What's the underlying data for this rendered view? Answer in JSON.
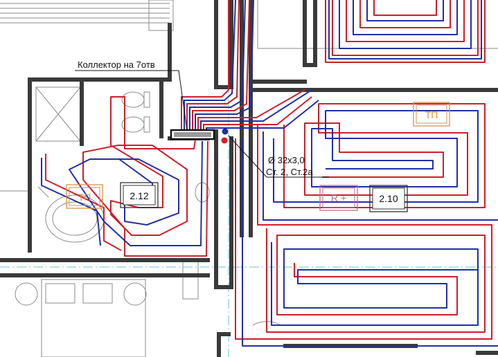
{
  "labels": {
    "collector": "Коллектор на 7отв",
    "pipe_diameter": "Ø 32x3,0",
    "riser": "Ст. 2, Ст.2а"
  },
  "tags": {
    "tp_right": "ТП",
    "tp_left": "ТП",
    "r_plus": "R +"
  },
  "rooms": {
    "room_left": "2.12",
    "room_right": "2.10"
  },
  "colors": {
    "wall": "#3a3a3a",
    "supply_pipe": "#cc1f2a",
    "return_pipe": "#1f2fa8",
    "tag_orange": "#d9924a",
    "tag_pink": "#c46a8a",
    "axis_line": "#66c8d6"
  }
}
